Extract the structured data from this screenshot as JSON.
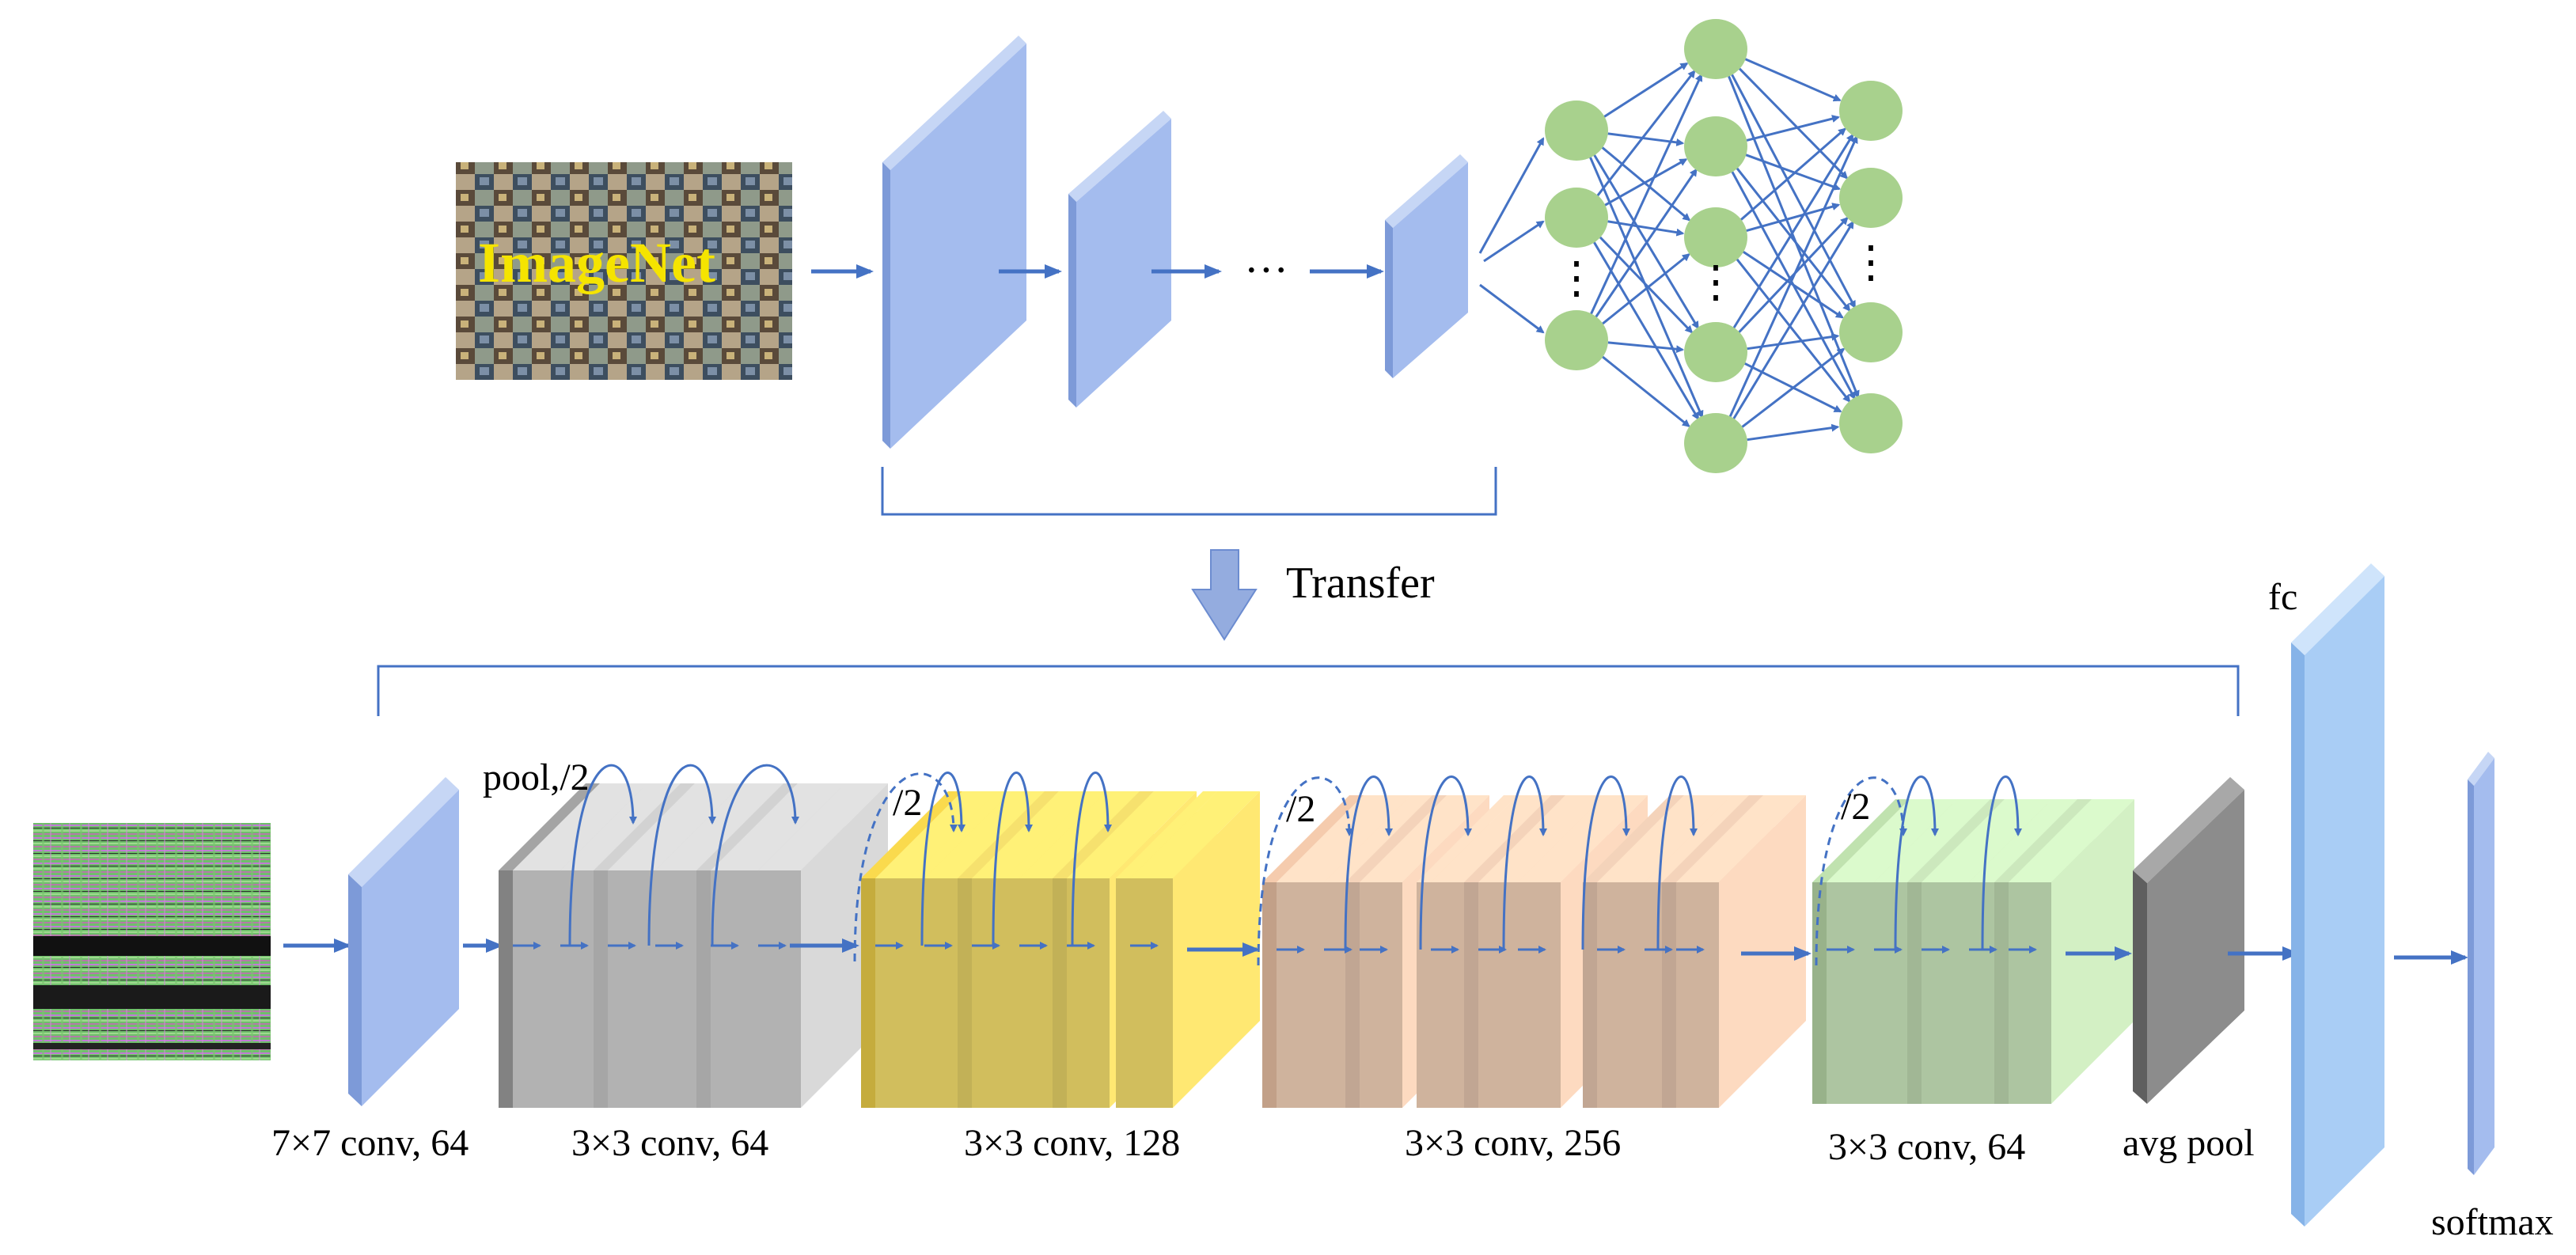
{
  "top": {
    "image_caption": "ImageNet",
    "ellipsis": "···",
    "dots": "⋮"
  },
  "transfer": {
    "label": "Transfer"
  },
  "bottom": {
    "blocks": [
      {
        "label": "7×7 conv, 64"
      },
      {
        "label": "3×3 conv, 64",
        "note": "pool,/2"
      },
      {
        "label": "3×3 conv, 128",
        "note": "/2"
      },
      {
        "label": "3×3 conv, 256",
        "note": "/2"
      },
      {
        "label": "3×3 conv, 64",
        "note": "/2"
      },
      {
        "label": "avg pool"
      }
    ],
    "fc_label": "fc",
    "softmax_label": "softmax"
  },
  "colors": {
    "arrow": "#4472C4",
    "conv_blue": "#A4BCEE",
    "gray_block": "#D9D9D9",
    "yellow_block": "#FFE872",
    "peach_block": "#FDDAC0",
    "green_block": "#D3F0C4",
    "avg_pool": "#8C8C8C",
    "fc": "#A9CDF5",
    "node": "#A8D18D"
  }
}
